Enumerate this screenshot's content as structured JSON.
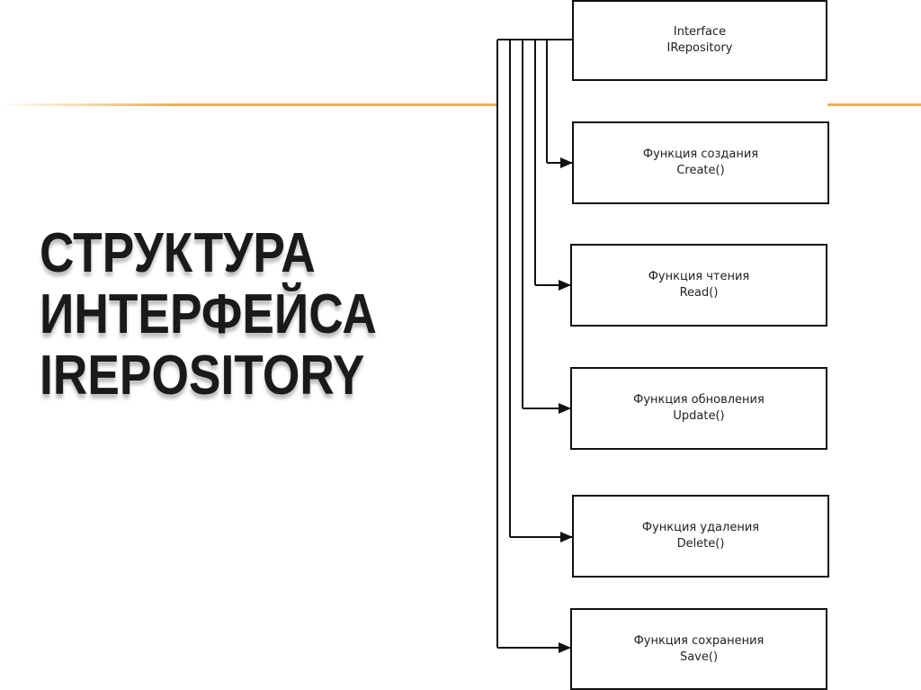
{
  "title": {
    "lines": [
      "СТРУКТУРА",
      "ИНТЕРФЕЙСА",
      "IREPOSITORY"
    ]
  },
  "diagram": {
    "root": {
      "line1": "Interface",
      "line2": "IRepository"
    },
    "children": [
      {
        "line1": "Функция создания",
        "line2": "Create()"
      },
      {
        "line1": "Функция чтения",
        "line2": "Read()"
      },
      {
        "line1": "Функция обновления",
        "line2": "Update()"
      },
      {
        "line1": "Функция удаления",
        "line2": "Delete()"
      },
      {
        "line1": "Функция сохранения",
        "line2": "Save()"
      }
    ]
  },
  "colors": {
    "accent_line": "#e8b05a",
    "title_text": "#1a1a1a",
    "box_border": "#111111"
  }
}
